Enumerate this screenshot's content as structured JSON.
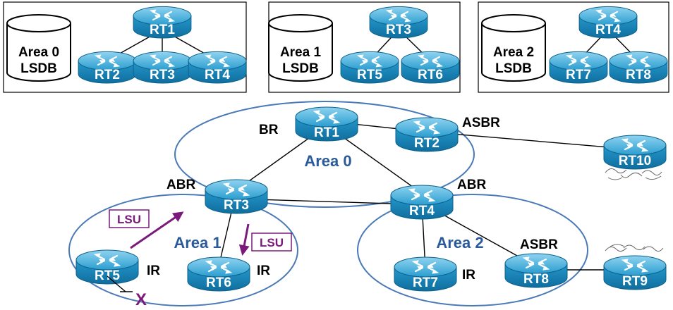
{
  "lsdb_panels": [
    {
      "db_line1": "Area 0",
      "db_line2": "LSDB",
      "top": "RT1",
      "bottom": [
        "RT2",
        "RT3",
        "RT4"
      ]
    },
    {
      "db_line1": "Area 1",
      "db_line2": "LSDB",
      "top": "RT3",
      "bottom": [
        "RT5",
        "RT6"
      ]
    },
    {
      "db_line1": "Area 2",
      "db_line2": "LSDB",
      "top": "RT4",
      "bottom": [
        "RT7",
        "RT8"
      ]
    }
  ],
  "areas": {
    "area0": "Area 0",
    "area1": "Area 1",
    "area2": "Area 2"
  },
  "routers": {
    "rt1": "RT1",
    "rt2": "RT2",
    "rt3": "RT3",
    "rt4": "RT4",
    "rt5": "RT5",
    "rt6": "RT6",
    "rt7": "RT7",
    "rt8": "RT8",
    "rt9": "RT9",
    "rt10": "RT10"
  },
  "role_labels": {
    "rt1": "BR",
    "rt2": "ASBR",
    "rt3": "ABR",
    "rt4": "ABR",
    "rt5": "IR",
    "rt6": "IR",
    "rt7": "IR",
    "rt8": "ASBR"
  },
  "lsu_labels": {
    "left": "LSU",
    "right": "LSU"
  },
  "failure_mark": "X",
  "colors": {
    "router_top": "#2b9ed0",
    "router_side": "#1a7fb0",
    "area_outline": "#4a79b8",
    "lsu_arrow": "#7a1a7a",
    "area_text": "#2a5a9a"
  }
}
